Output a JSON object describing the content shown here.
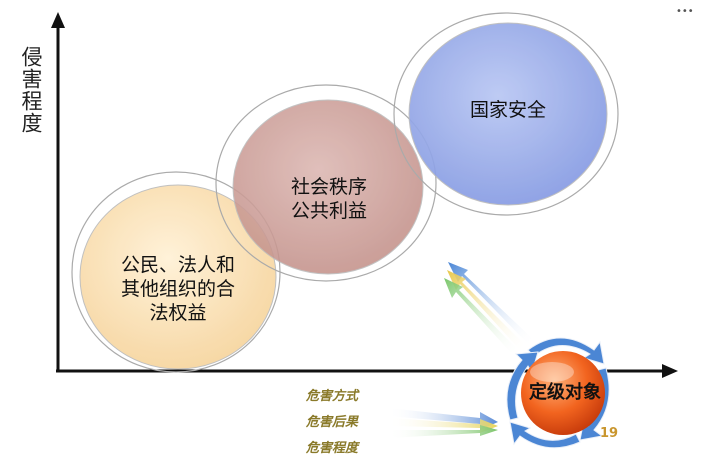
{
  "y_axis_label": "侵害程度",
  "bubbles": [
    {
      "text": "公民、法人和\n其他组织的合\n法权益",
      "color": "#f9ddad"
    },
    {
      "text": "社会秩序\n公共利益",
      "color": "#c99a94"
    },
    {
      "text": "国家安全",
      "color": "#93a7e9"
    }
  ],
  "causes": [
    "危害方式",
    "危害后果",
    "危害程度"
  ],
  "target": {
    "label": "定级对象",
    "color": "#f0541c"
  },
  "page_number": "19",
  "corner_mark": "•••"
}
